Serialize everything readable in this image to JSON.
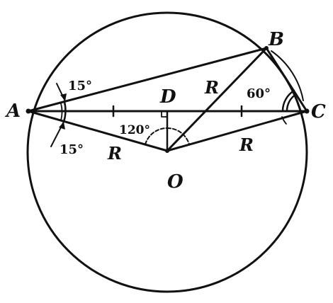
{
  "points": {
    "A": "A",
    "B": "B",
    "C": "C",
    "D": "D",
    "O": "O"
  },
  "radius_labels": {
    "OB": "R",
    "OA": "R",
    "OC": "R"
  },
  "angles": {
    "A_upper": "15°",
    "A_lower": "15°",
    "AOD": "120°",
    "C": "60°"
  }
}
